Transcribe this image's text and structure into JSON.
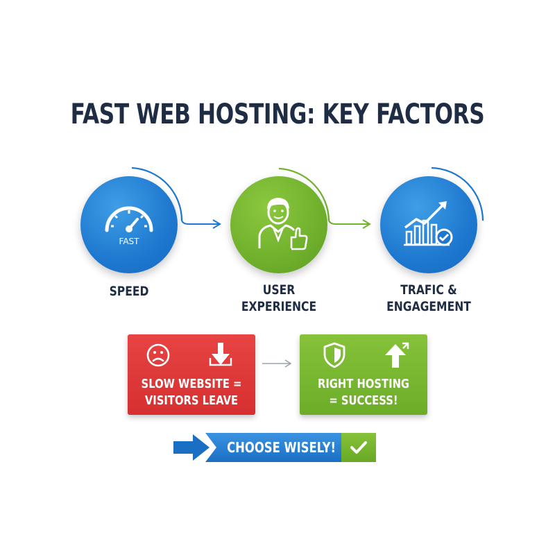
{
  "title": "FAST WEB HOSTING: KEY FACTORS",
  "factors": [
    {
      "label_lines": [
        "SPEED"
      ],
      "badge_text": "FAST",
      "icon": "speedometer-icon"
    },
    {
      "label_lines": [
        "USER",
        "EXPERIENCE"
      ],
      "icon": "thumbs-up-person-icon"
    },
    {
      "label_lines": [
        "TRAFIC &",
        "ENGAGEMENT"
      ],
      "icon": "growth-chart-icon"
    }
  ],
  "outcomes": [
    {
      "lines": [
        "SLOW WEBSITE =",
        "VISITORS LEAVE"
      ],
      "icons": [
        "sad-face-icon",
        "down-arrow-icon"
      ],
      "color": "#dd3535"
    },
    {
      "lines": [
        "RIGHT HOSTING",
        "= SUCCESS!"
      ],
      "icons": [
        "shield-icon",
        "up-arrow-icon"
      ],
      "color": "#78b631"
    }
  ],
  "banner": {
    "text": "CHOOSE WISELY!",
    "icon": "checkmark-icon"
  },
  "colors": {
    "blue": "#1e78cf",
    "green": "#72b22d",
    "red": "#dd3535",
    "navy": "#1f2d44"
  }
}
